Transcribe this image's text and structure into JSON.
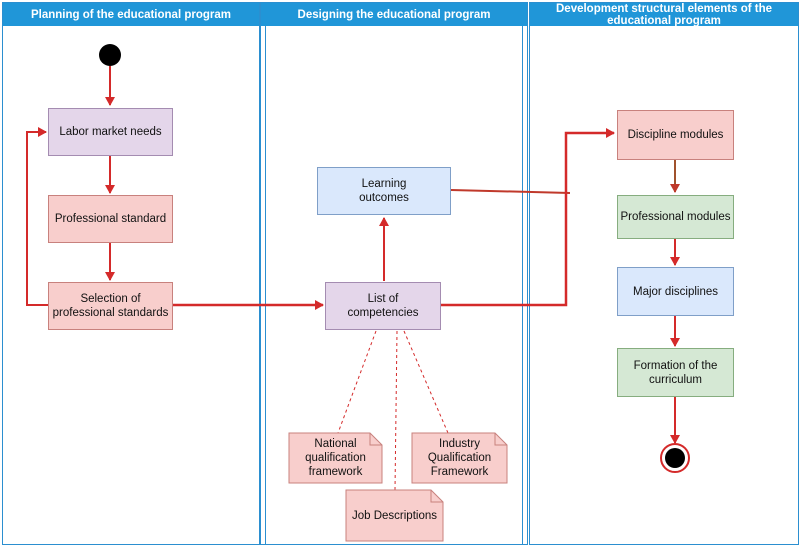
{
  "lanes": [
    {
      "title": "Planning of the educational program"
    },
    {
      "title": "Designing the educational program"
    },
    {
      "title": "Development structural elements of the educational program"
    }
  ],
  "nodes": {
    "labor_market_needs": "Labor market needs",
    "professional_standard": "Professional standard",
    "selection_of_standards": "Selection of professional standards",
    "list_of_competencies": "List of competencies",
    "learning_outcomes": "Learning outcomes",
    "discipline_modules": "Discipline modules",
    "professional_modules": "Professional modules",
    "major_disciplines": "Major disciplines",
    "formation_of_curriculum": "Formation of the curriculum",
    "national_framework": "National qualification framework",
    "job_descriptions": "Job Descriptions",
    "industry_framework": "Industry Qualification Framework"
  },
  "colors": {
    "lane_header": "#2096d8",
    "arrow": "#d42a2a",
    "purple_fill": "#e4d6ea",
    "pink_fill": "#f8cecc",
    "blue_fill": "#dae8fc",
    "green_fill": "#d5e8d4"
  }
}
